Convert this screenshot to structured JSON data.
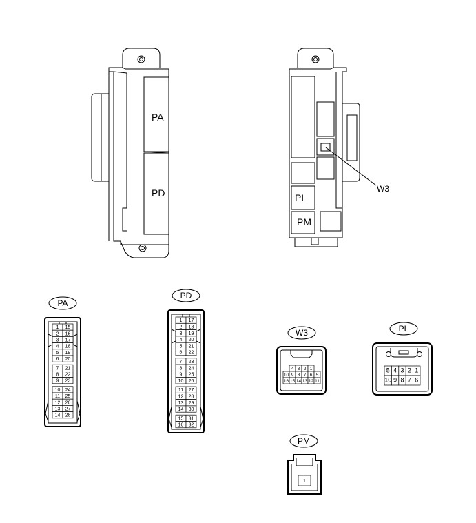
{
  "labels": {
    "front_pa": "PA",
    "front_pd": "PD",
    "back_pl": "PL",
    "back_pm": "PM",
    "callout_w3": "W3"
  },
  "connectors": {
    "pa": {
      "tag": "PA",
      "rows": [
        [
          "1",
          "15"
        ],
        [
          "2",
          "16"
        ],
        [
          "3",
          "17"
        ],
        [
          "4",
          "18"
        ],
        [
          "5",
          "19"
        ],
        [
          "6",
          "20"
        ],
        [
          "7",
          "21"
        ],
        [
          "8",
          "22"
        ],
        [
          "9",
          "23"
        ],
        [
          "10",
          "24"
        ],
        [
          "11",
          "25"
        ],
        [
          "12",
          "26"
        ],
        [
          "13",
          "27"
        ],
        [
          "14",
          "28"
        ]
      ]
    },
    "pd": {
      "tag": "PD",
      "rows": [
        [
          "1",
          "17"
        ],
        [
          "2",
          "18"
        ],
        [
          "3",
          "19"
        ],
        [
          "4",
          "20"
        ],
        [
          "5",
          "21"
        ],
        [
          "6",
          "22"
        ],
        [
          "7",
          "23"
        ],
        [
          "8",
          "24"
        ],
        [
          "9",
          "25"
        ],
        [
          "10",
          "26"
        ],
        [
          "11",
          "27"
        ],
        [
          "12",
          "28"
        ],
        [
          "13",
          "29"
        ],
        [
          "14",
          "30"
        ],
        [
          "15",
          "31"
        ],
        [
          "16",
          "32"
        ]
      ]
    },
    "w3": {
      "tag": "W3",
      "top_row": [
        "4",
        "3",
        "2",
        "1"
      ],
      "mid_row": [
        "10",
        "9",
        "8",
        "7",
        "6",
        "5"
      ],
      "bottom_row": [
        "16",
        "15",
        "14",
        "13",
        "12",
        "11"
      ]
    },
    "pl": {
      "tag": "PL",
      "top_row": [
        "5",
        "4",
        "3",
        "2",
        "1"
      ],
      "bottom_row": [
        "10",
        "9",
        "8",
        "7",
        "6"
      ]
    },
    "pm": {
      "tag": "PM",
      "pins": [
        "1"
      ]
    }
  }
}
